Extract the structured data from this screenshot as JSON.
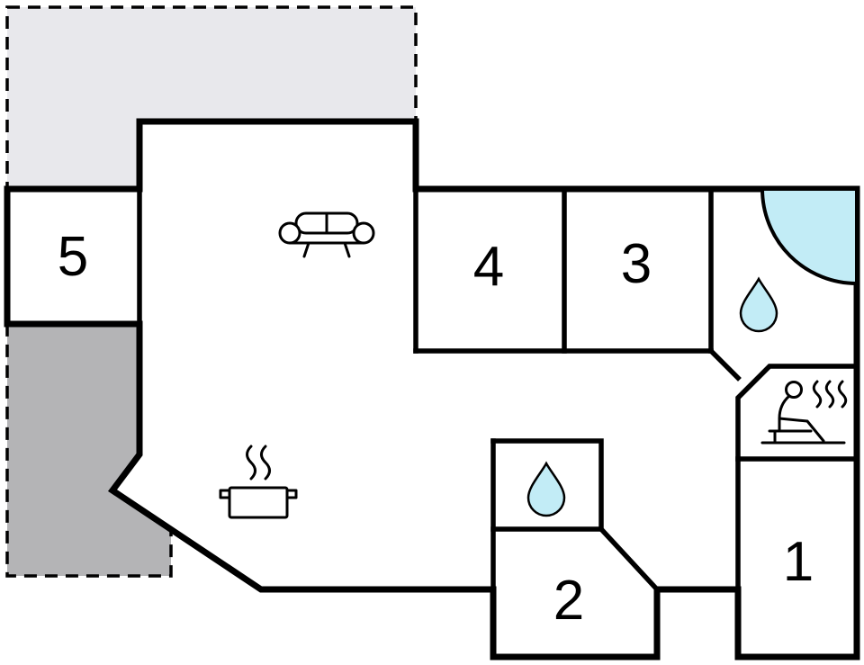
{
  "plan": {
    "type": "floor-plan",
    "rooms": [
      {
        "number": "1"
      },
      {
        "number": "2"
      },
      {
        "number": "3"
      },
      {
        "number": "4"
      },
      {
        "number": "5"
      }
    ],
    "icons": [
      "sofa-icon",
      "pot-steam-icon",
      "water-drop-icon",
      "corner-bathtub-icon",
      "sauna-icon"
    ],
    "colors": {
      "wall": "#000000",
      "background": "#ffffff",
      "terrace_light": "#e8e8ec",
      "terrace_dark": "#b4b4b6",
      "water": "#c2ecf6"
    }
  }
}
